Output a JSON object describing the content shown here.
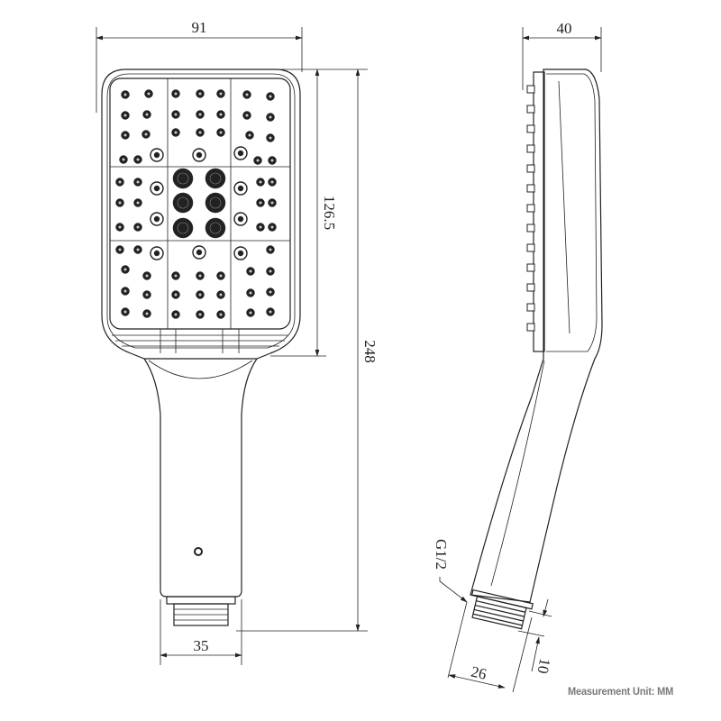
{
  "drawing": {
    "front_view": {
      "width_label": "91",
      "head_height_label": "126.5",
      "total_length_label": "248",
      "connector_width_label": "35"
    },
    "side_view": {
      "depth_label": "40",
      "thread_label": "G1/2",
      "connector_length_label": "26",
      "thread_length_label": "10"
    },
    "unit_note": "Measurement Unit: MM",
    "colors": {
      "line": "#222222",
      "note": "#7a7a7a"
    }
  }
}
